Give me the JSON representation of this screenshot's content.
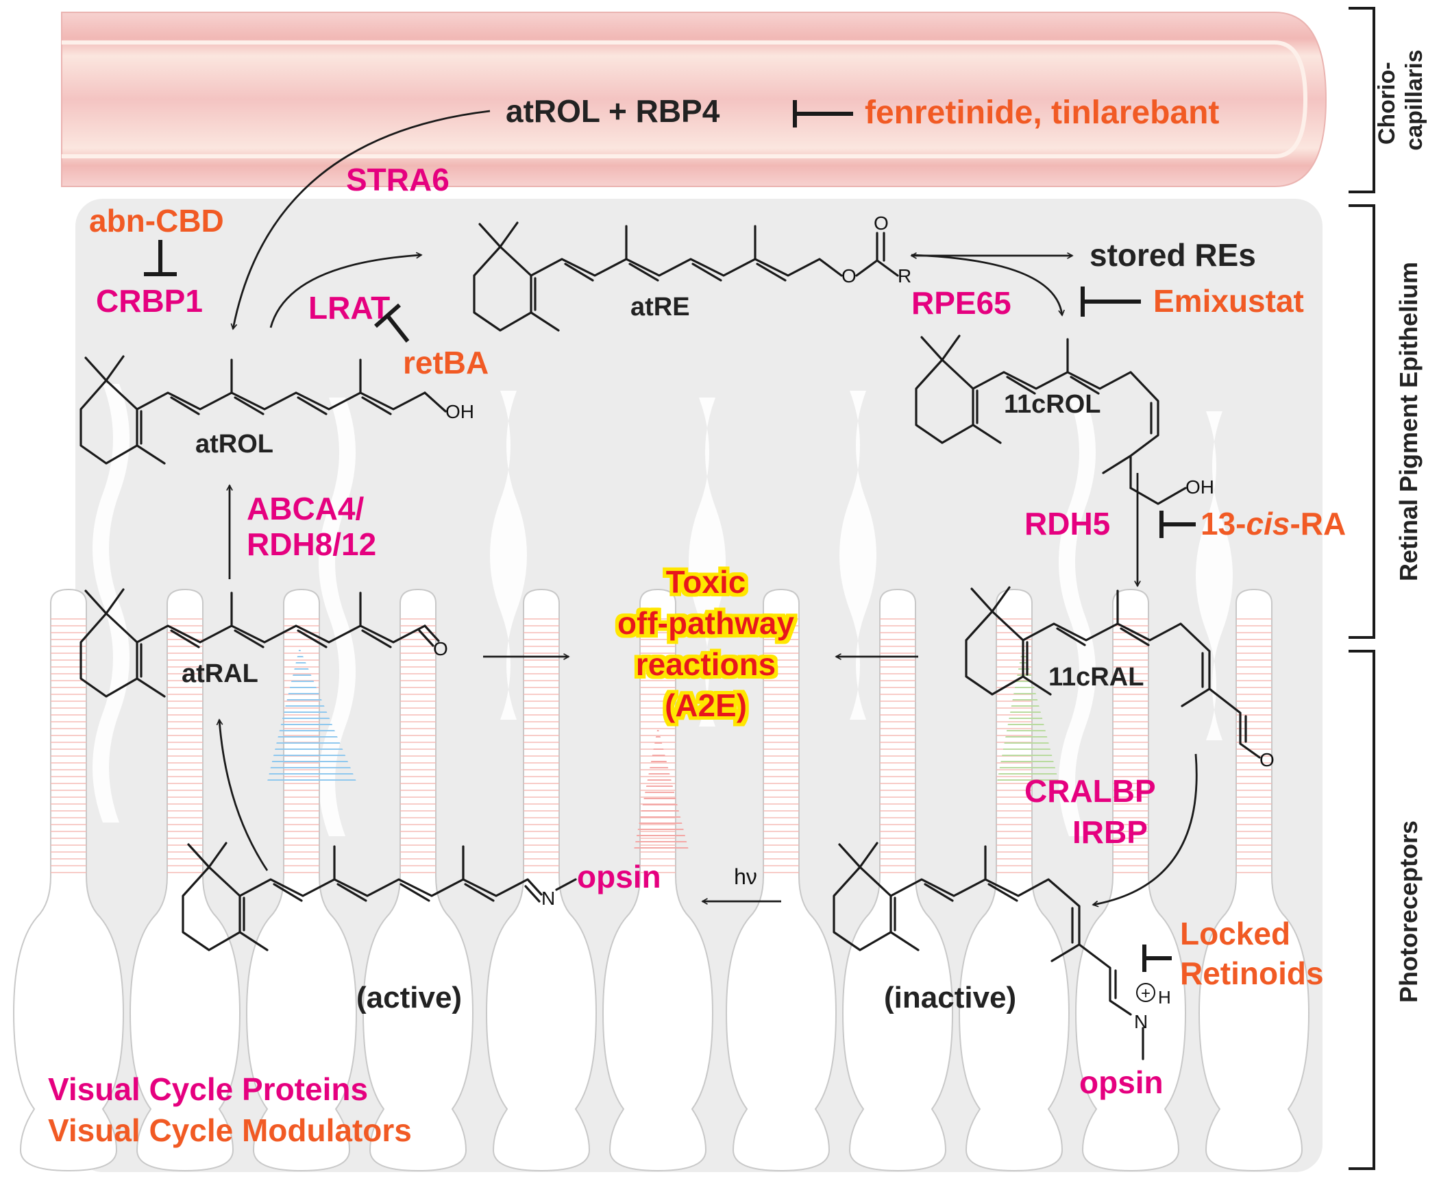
{
  "regions": {
    "choriocapillaris": "Chorio-capillaris",
    "choriocapillaris_line1": "Chorio-",
    "choriocapillaris_line2": "capillaris",
    "rpe": "Retinal Pigment Epithelium",
    "photoreceptors": "Photoreceptors"
  },
  "blood": {
    "complex": "atROL + RBP4",
    "inhibitor": "fenretinide, tinlarebant"
  },
  "proteins": {
    "stra6": "STRA6",
    "crbp1": "CRBP1",
    "lrat": "LRAT",
    "rpe65": "RPE65",
    "abca4_1": "ABCA4/",
    "abca4_2": "RDH8/12",
    "rdh5": "RDH5",
    "cralbp": "CRALBP",
    "irbp": "IRBP",
    "opsin_active": "opsin",
    "opsin_inactive": "opsin"
  },
  "modulators": {
    "abn_cbd": "abn-CBD",
    "retba": "retBA",
    "emixustat": "Emixustat",
    "ra_num": "13-",
    "ra_cis": "cis",
    "ra_suffix": "-RA",
    "locked_1": "Locked",
    "locked_2": "Retinoids"
  },
  "molecules": {
    "atrol": "atROL",
    "atre": "atRE",
    "stored": "stored REs",
    "crol": "11cROL",
    "atral": "atRAL",
    "cral": "11cRAL",
    "active": "(active)",
    "inactive": "(inactive)",
    "hv": "hν"
  },
  "atoms": {
    "oh": "OH",
    "oh2": "OH",
    "o_ester": "O",
    "o_carbonyl": "O",
    "r": "R",
    "o_ald1": "O",
    "o_ald2": "O",
    "n1": "N",
    "n2": "N",
    "h": "H",
    "plus": "+"
  },
  "toxic": {
    "line1": "Toxic",
    "line2": "off-pathway",
    "line3": "reactions",
    "line4": "(A2E)"
  },
  "legend": {
    "proteins": "Visual Cycle Proteins",
    "modulators": "Visual Cycle Modulators"
  },
  "colors": {
    "protein": "#e5007f",
    "modulator": "#f15a24",
    "toxic_text": "#e8171f",
    "toxic_glow": "#ffe600",
    "vessel": "#f3c3c1",
    "rpe_background": "#ececec"
  }
}
